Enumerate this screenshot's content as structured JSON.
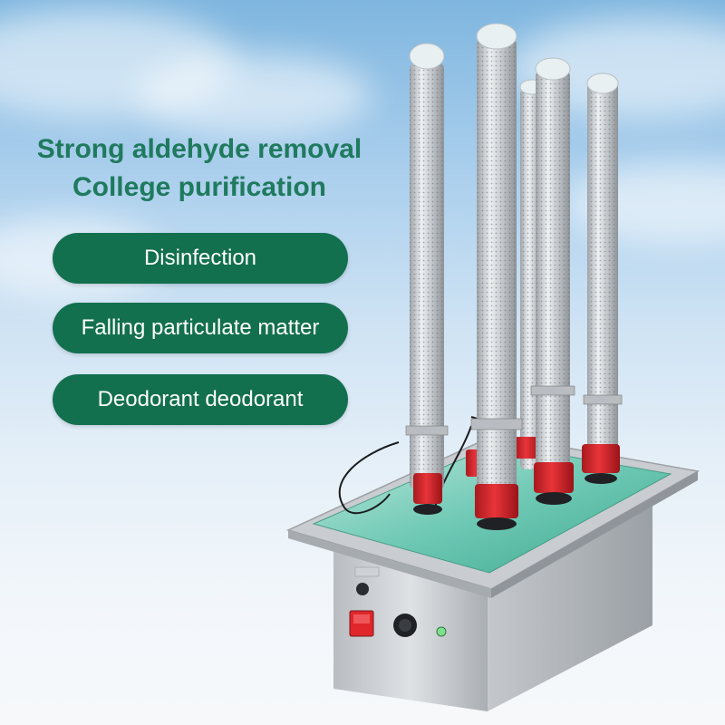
{
  "headline": {
    "line1": "Strong aldehyde removal",
    "line2": "College purification"
  },
  "features": [
    "Disinfection",
    "Falling particulate matter",
    "Deodorant deodorant"
  ],
  "colors": {
    "headline": "#1f7a5e",
    "pill_bg": "#13704f",
    "pill_text": "#ffffff",
    "tube_base": "#d8262b",
    "power_switch": "#e0262a",
    "top_plate": "#6fc9b5"
  }
}
